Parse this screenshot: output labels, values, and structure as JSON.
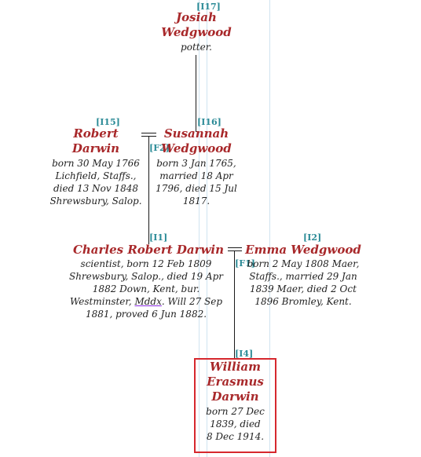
{
  "people": {
    "i17": {
      "id": "[I17]",
      "name_line1": "Josiah",
      "name_line2": "Wedgwood",
      "desc": "potter."
    },
    "i15": {
      "id": "[I15]",
      "name_line1": "Robert",
      "name_line2": "Darwin",
      "desc_lines": [
        "born 30 May 1766",
        "Lichfield, Staffs.,",
        "died 13 Nov 1848",
        "Shrewsbury, Salop."
      ]
    },
    "i16": {
      "id": "[I16]",
      "name_line1": "Susannah",
      "name_line2": "Wedgwood",
      "desc_lines": [
        "born 3 Jan 1765,",
        "married 18 Apr",
        "1796, died 15 Jul",
        "1817."
      ]
    },
    "i1": {
      "id": "[I1]",
      "name": "Charles Robert Darwin",
      "desc_lines": [
        "scientist, born 12 Feb 1809",
        "Shrewsbury, Salop., died 19 Apr",
        "1882 Down, Kent, bur."
      ],
      "desc_line4_a": "Westminster, ",
      "desc_line4_mddx": "Mddx",
      "desc_line4_b": ". Will 27 Sep",
      "desc_line5": "1881, proved 6 Jun 1882."
    },
    "i2": {
      "id": "[I2]",
      "name": "Emma Wedgwood",
      "desc_lines": [
        "born 2 May 1808 Maer,",
        "Staffs., married 29 Jan",
        "1839 Maer, died 2 Oct",
        "1896 Bromley, Kent."
      ]
    },
    "i4": {
      "id": "[I4]",
      "name_line1": "William",
      "name_line2": "Erasmus",
      "name_line3": "Darwin",
      "desc_lines": [
        "born 27 Dec",
        "1839, died",
        "8 Dec 1914."
      ]
    }
  },
  "families": {
    "f2": "[F2]",
    "f1": "[F1]"
  },
  "colors": {
    "name": "#a8282a",
    "id": "#2a8a96",
    "focus_border": "#d6282e",
    "guide": "#cfe3f0"
  }
}
